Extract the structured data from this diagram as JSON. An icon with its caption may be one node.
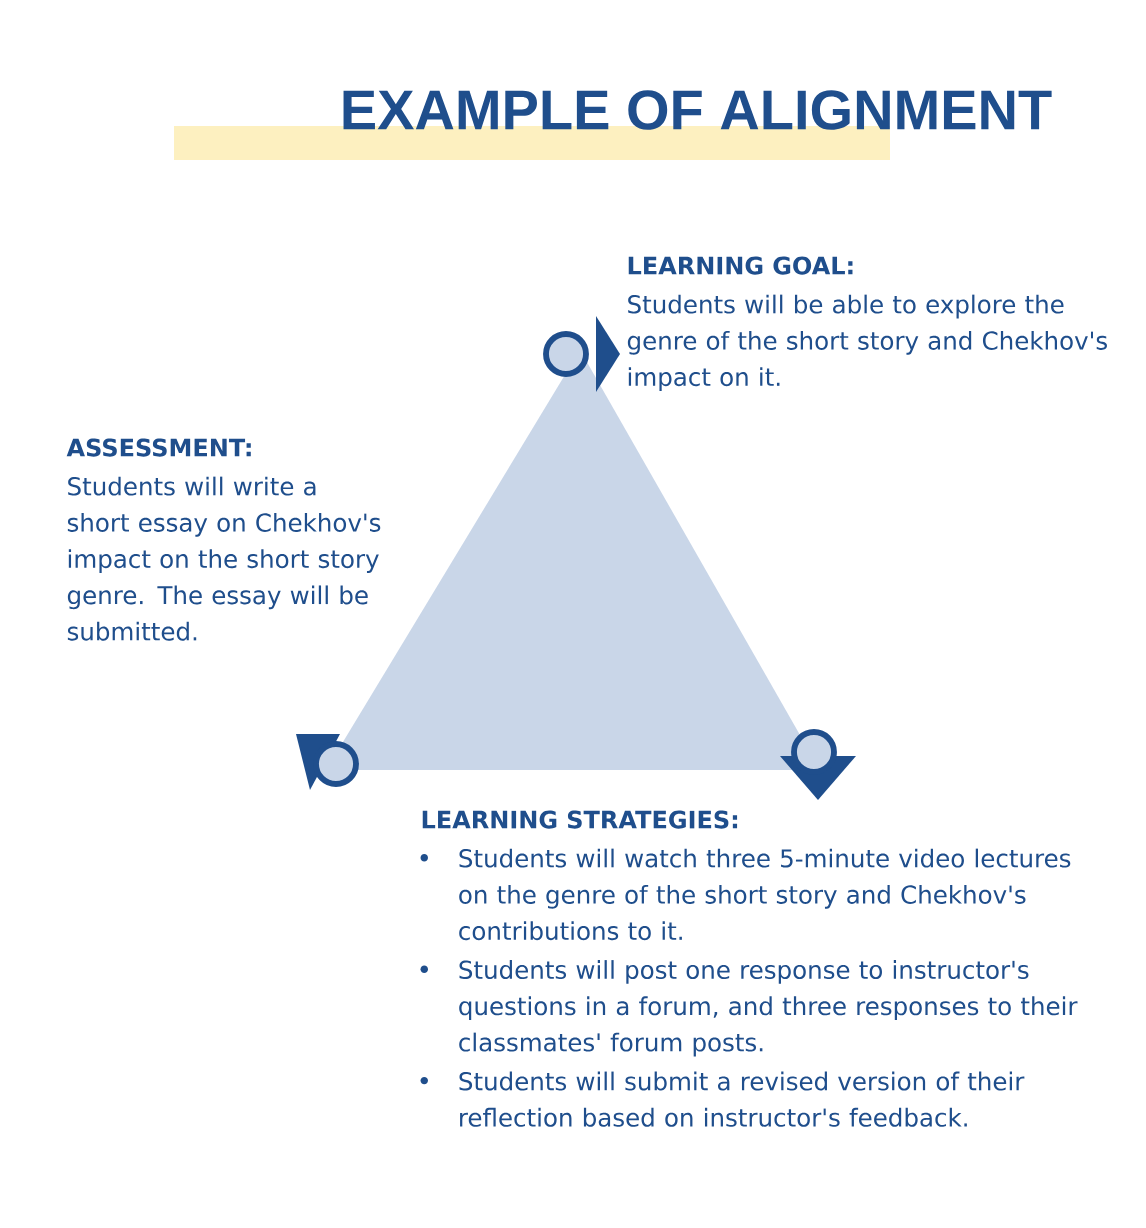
{
  "diagram": {
    "title": "EXAMPLE OF ALIGNMENT",
    "nodes": [
      {
        "text": [
          "LEARNING GOAL:",
          "Students will be able to explore the genre of the short story and Chekhov's impact on it."
        ]
      },
      {
        "text": [
          "ASSESSMENT:",
          "Students will write a short essay on Chekhov's impact on the short story genre. The essay will be submitted."
        ]
      },
      {
        "text": [
          "LEARNING STRATEGIES:",
          "Students will watch three 5-minute video lectures on the genre of the short story and Chekhov's contributions to it.",
          "Students will post one response to instructor's questions in a forum, and three responses to their classmates' forum posts.",
          "Students will submit a revised version of their reflection based on instructor's feedback."
        ]
      }
    ]
  }
}
